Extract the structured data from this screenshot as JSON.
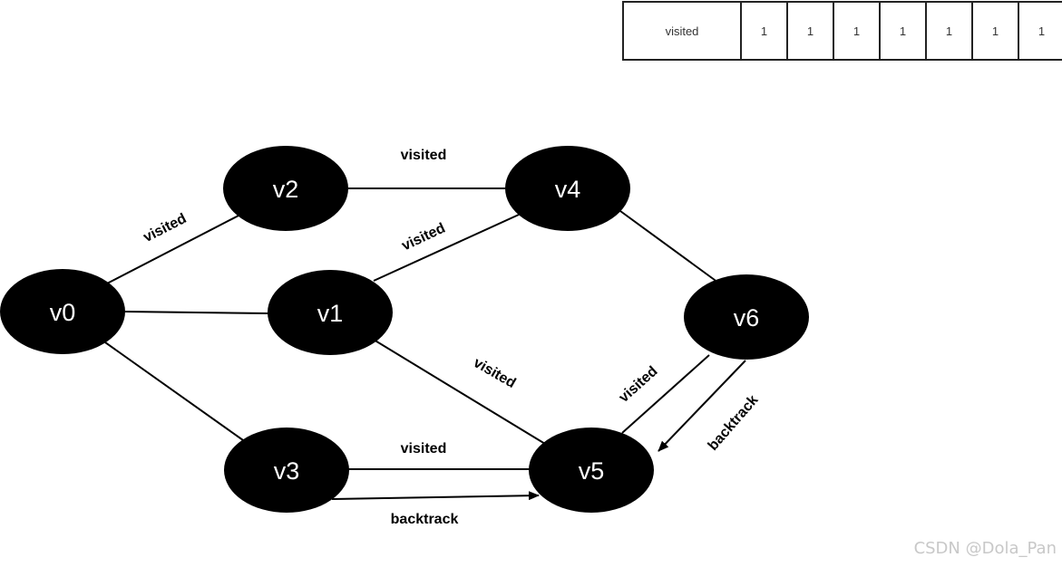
{
  "table": {
    "header": "visited",
    "values": [
      "1",
      "1",
      "1",
      "1",
      "1",
      "1",
      "1"
    ]
  },
  "graph": {
    "nodes": {
      "v0": "v0",
      "v1": "v1",
      "v2": "v2",
      "v3": "v3",
      "v4": "v4",
      "v5": "v5",
      "v6": "v6"
    },
    "edge_labels": {
      "v0_v2": "visited",
      "v2_v4": "visited",
      "v1_v4": "visited",
      "v1_v5": "visited",
      "v6_v5": "visited",
      "v3_v5": "visited",
      "v3_v5_backtrack": "backtrack",
      "v6_v5_backtrack": "backtrack"
    },
    "colors": {
      "node_fill": "#000000",
      "node_text": "#ffffff",
      "edge": "#000000"
    }
  },
  "watermark": "CSDN @Dola_Pan"
}
